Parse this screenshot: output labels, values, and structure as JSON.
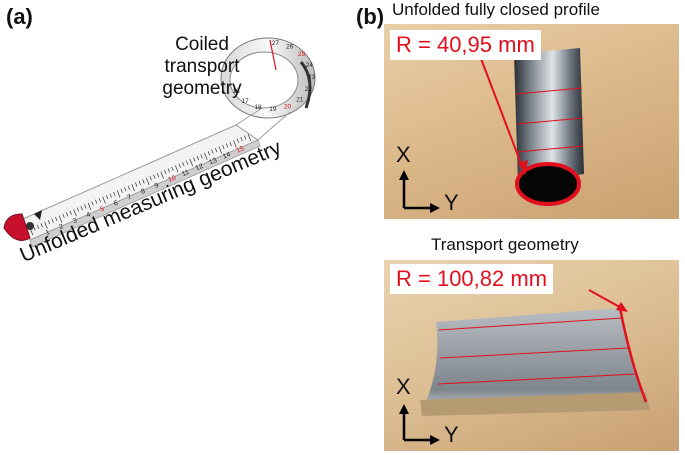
{
  "figure": {
    "panel_a": {
      "label": "(a)",
      "coil_caption": [
        "Coiled",
        "transport",
        "geometry"
      ],
      "unfolded_caption": "Unfolded measuring geometry",
      "tape_numbers": [
        "1",
        "2",
        "3",
        "4",
        "5",
        "6",
        "7",
        "8",
        "9",
        "10",
        "11",
        "12",
        "13",
        "14",
        "15",
        "16",
        "17",
        "18",
        "19",
        "20",
        "21",
        "22",
        "23",
        "24",
        "25",
        "26",
        "27"
      ]
    },
    "panel_b": {
      "label": "(b)",
      "top_title": "Unfolded fully closed profile",
      "top_radius": "R = 40,95 mm",
      "bottom_title": "Transport geometry",
      "bottom_radius": "R = 100,82 mm",
      "axis_x": "X",
      "axis_y": "Y"
    },
    "accent_color": "#e0101e"
  }
}
